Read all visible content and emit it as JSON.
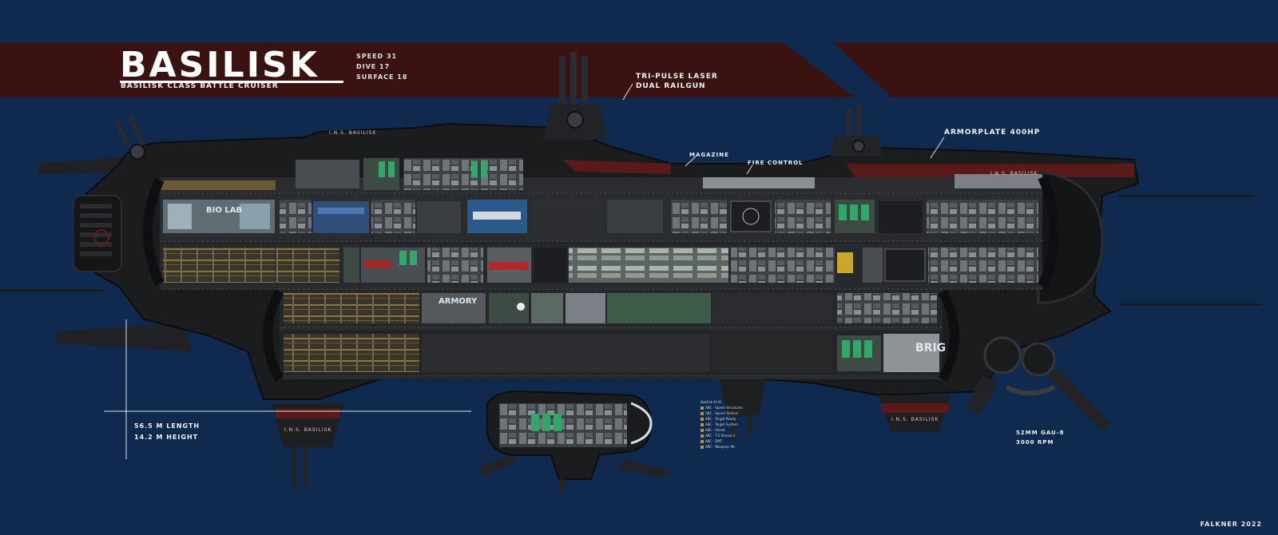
{
  "ship": {
    "title": "BASILISK",
    "subtitle": "BASILISK CLASS BATTLE CRUISER",
    "stats": [
      "SPEED 31",
      "DIVE 17",
      "SURFACE 18"
    ]
  },
  "callouts": {
    "weapons_line1": "TRI-PULSE LASER",
    "weapons_line2": "DUAL RAILGUN",
    "magazine": "MAGAZINE",
    "fire_control": "FIRE CONTROL",
    "armor": "ARMORPLATE 400HP",
    "gun_line1": "52MM GAU-8",
    "gun_line2": "3000 RPM"
  },
  "dimensions": {
    "length": "56.5 M LENGTH",
    "height": "14.2 M HEIGHT"
  },
  "rooms": {
    "bio_lab": "BIO LAB",
    "armory": "ARMORY",
    "brig": "BRIG"
  },
  "hull_markings": {
    "top_left": "I.N.S. BASILISK",
    "top_right": "I.N.S. BASILISK",
    "bottom_left": "I.N.S. BASILISK",
    "bottom_right": "I.N.S. BASILISK"
  },
  "legend": {
    "title": "Basilisk AI-01",
    "items": [
      "ABC - Speed Structures",
      "ABC - Speed Tactical",
      "ABC - Target Ready",
      "ABC - Target System",
      "ABC - Shield",
      "ABC - T-2 Shroud 2",
      "ABC - DMT",
      "ABC - Weapons Ms"
    ]
  },
  "signature": "FALKNER 2022",
  "colors": {
    "background": "#0f2a4e",
    "banner": "#3a1212",
    "hull_dark": "#1b1c1e",
    "hull_red": "#5a1a1a",
    "panel_green": "#2f8a5a",
    "panel_blue": "#2a5a8c"
  }
}
